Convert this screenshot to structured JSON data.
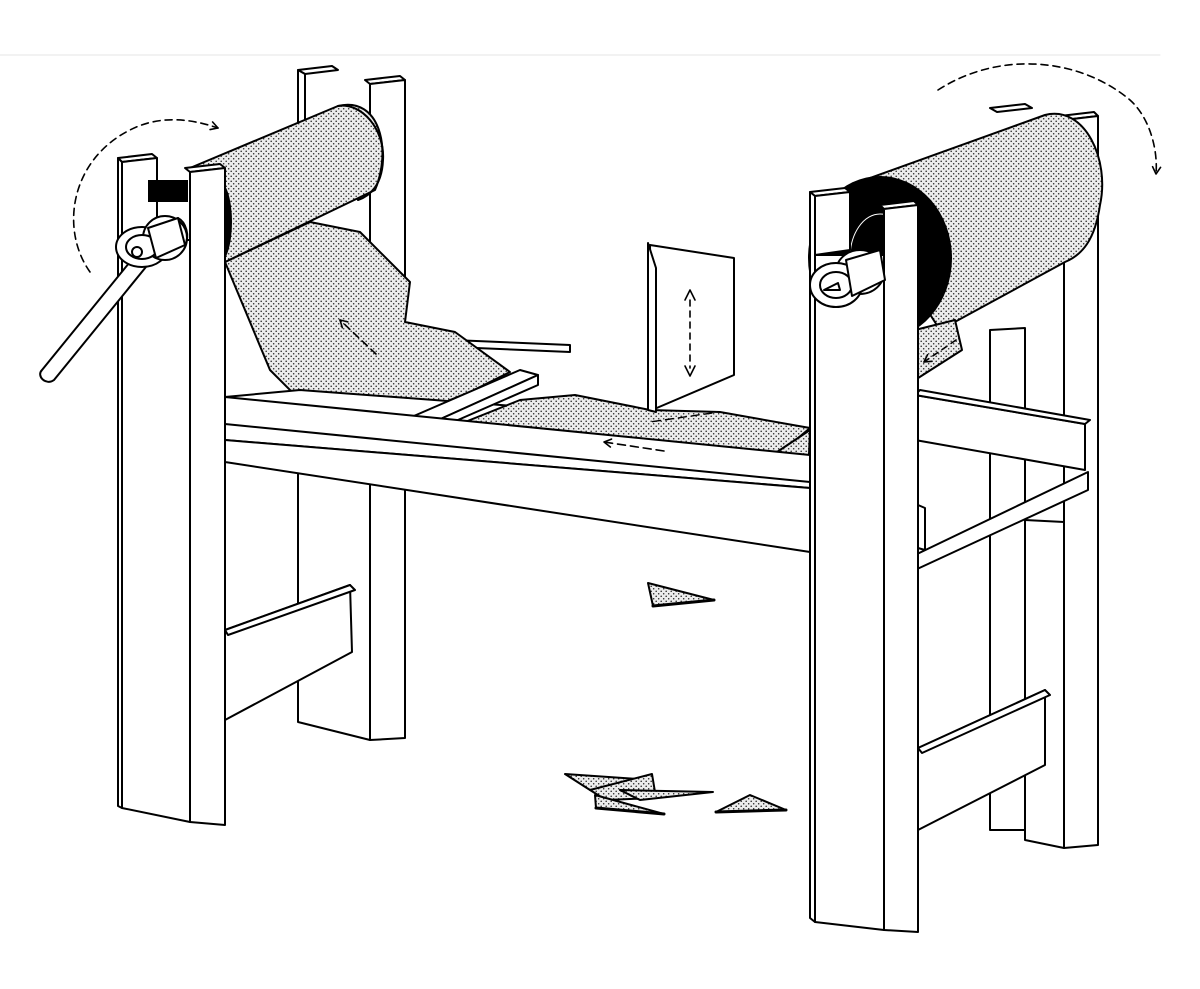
{
  "figure": {
    "palette": {
      "background": "#ffffff",
      "line": "#000000",
      "paper_fill": "#e4e4e4",
      "paper_dots": "#1a1a1a",
      "top_rule": "#e6e6e6"
    },
    "components": [
      "left-paper-roll",
      "right-paper-roll",
      "crank-handle",
      "cutter-blade",
      "conveyor-table",
      "falling-paper-triangle",
      "scrap-pile"
    ],
    "motion_cues": [
      "rotation-arrow",
      "feed-arrow",
      "blade-stroke-arrow"
    ]
  }
}
